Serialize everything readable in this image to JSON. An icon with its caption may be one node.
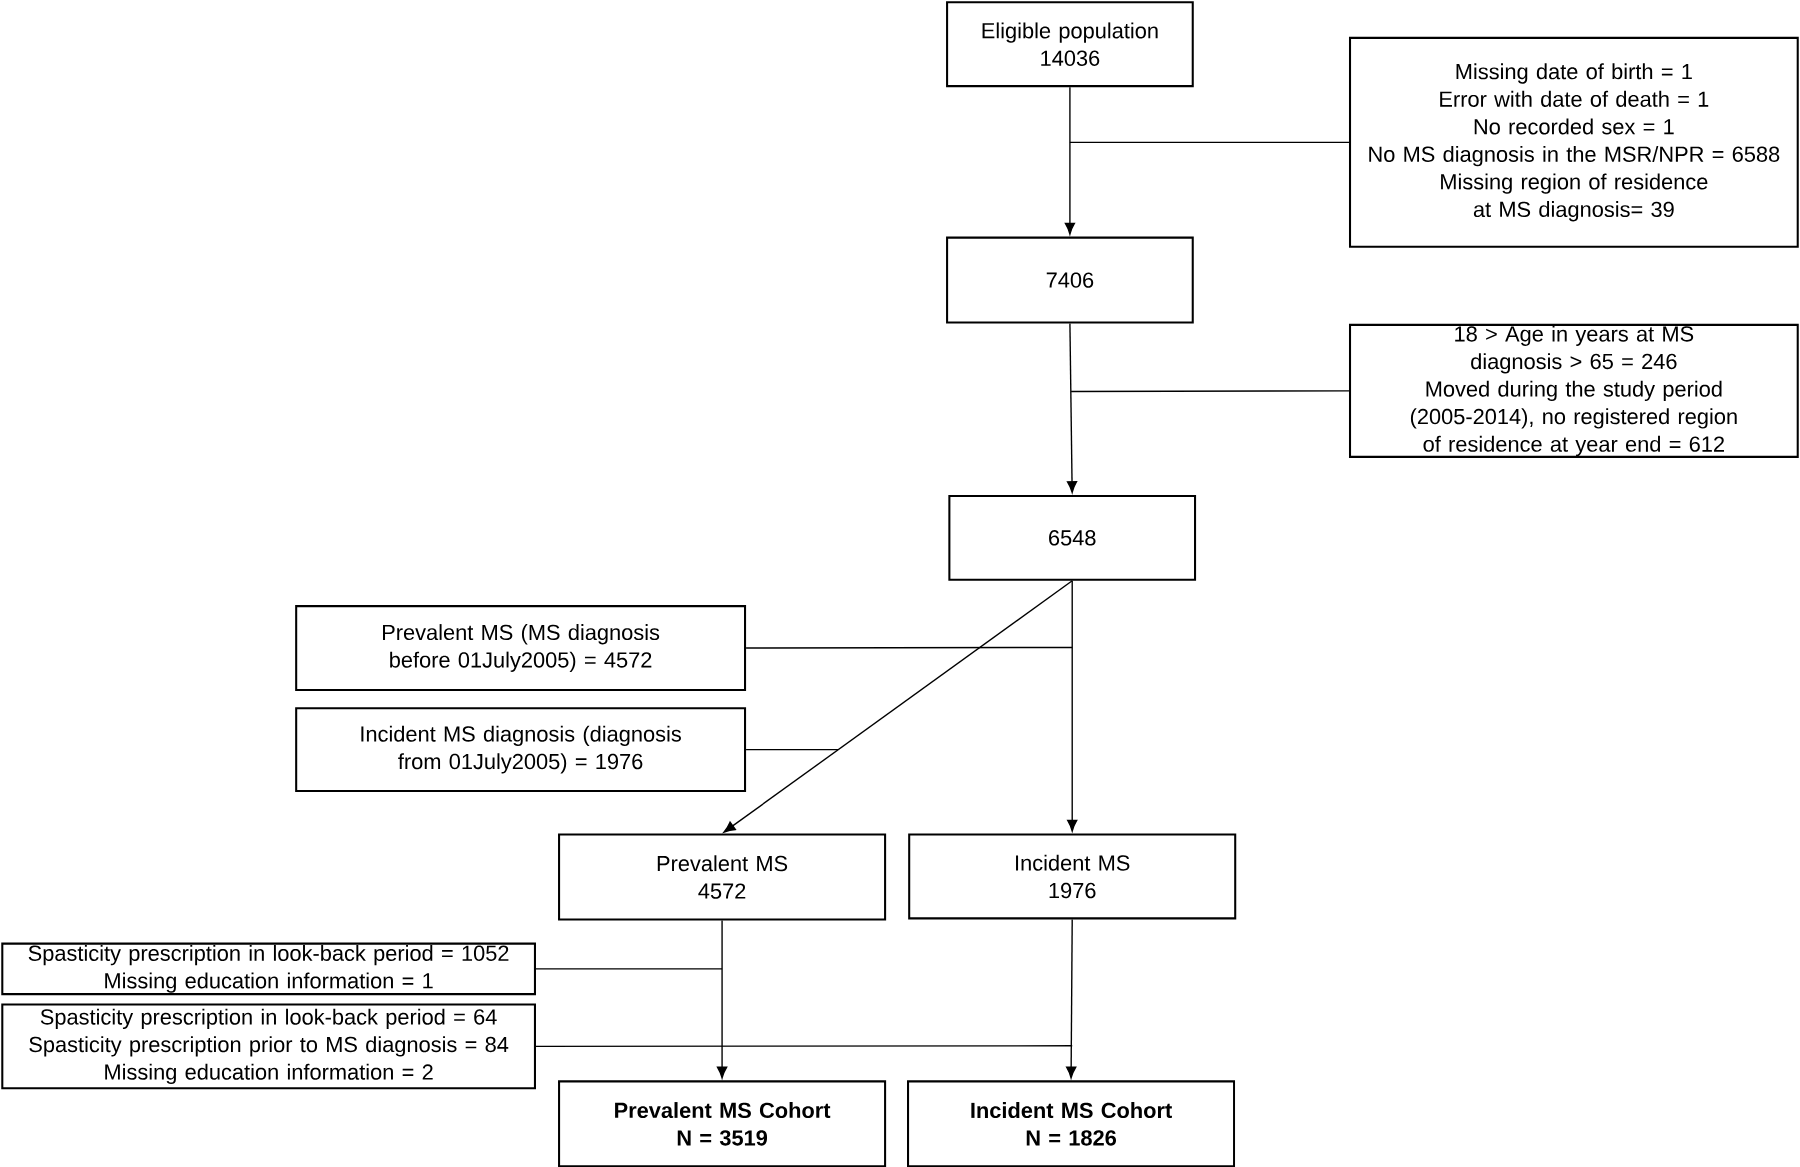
{
  "diagram": {
    "nodes": [
      {
        "text": [
          "Eligible population",
          "14036"
        ]
      },
      {
        "text": [
          "Missing date of birth = 1",
          "Error with date of death = 1",
          "No recorded sex = 1",
          "No MS diagnosis in the MSR/NPR = 6588",
          "Missing region of residence at MS diagnosis= 39"
        ]
      },
      {
        "text": [
          "7406"
        ]
      },
      {
        "text": [
          "18 > Age in years at MS diagnosis > 65 = 246",
          "Moved during the study period (2005-2014), no registered region of residence at year end = 612"
        ]
      },
      {
        "text": [
          "6548"
        ]
      },
      {
        "text": [
          "Prevalent MS (MS diagnosis before 01July2005) = 4572"
        ]
      },
      {
        "text": [
          "Incident MS diagnosis (diagnosis from 01July2005) = 1976"
        ]
      },
      {
        "text": [
          "Prevalent MS",
          "4572"
        ]
      },
      {
        "text": [
          "Incident MS",
          "1976"
        ]
      },
      {
        "text": [
          "Spasticity prescription in look-back period = 1052",
          "Missing education information = 1"
        ]
      },
      {
        "text": [
          "Spasticity prescription in look-back period = 64",
          "Spasticity prescription prior to MS diagnosis = 84",
          "Missing education information = 2"
        ]
      },
      {
        "text": [
          "Prevalent MS Cohort",
          "N = 3519"
        ]
      },
      {
        "text": [
          "Incident MS Cohort",
          "N = 1826"
        ]
      }
    ],
    "edges": [
      {
        "from": 0,
        "to": 2,
        "arrow": "to"
      },
      {
        "from": 1,
        "to": null,
        "arrow": "none"
      },
      {
        "from": 2,
        "to": 4,
        "arrow": "to"
      },
      {
        "from": 3,
        "to": null,
        "arrow": "none"
      },
      {
        "from": 4,
        "to": 7,
        "arrow": "to"
      },
      {
        "from": 4,
        "to": 8,
        "arrow": "to"
      },
      {
        "from": 5,
        "to": null,
        "arrow": "none"
      },
      {
        "from": 6,
        "to": null,
        "arrow": "none"
      },
      {
        "from": 7,
        "to": 11,
        "arrow": "to"
      },
      {
        "from": 8,
        "to": 12,
        "arrow": "to"
      },
      {
        "from": 9,
        "to": null,
        "arrow": "none"
      },
      {
        "from": 10,
        "to": null,
        "arrow": "none"
      }
    ]
  }
}
